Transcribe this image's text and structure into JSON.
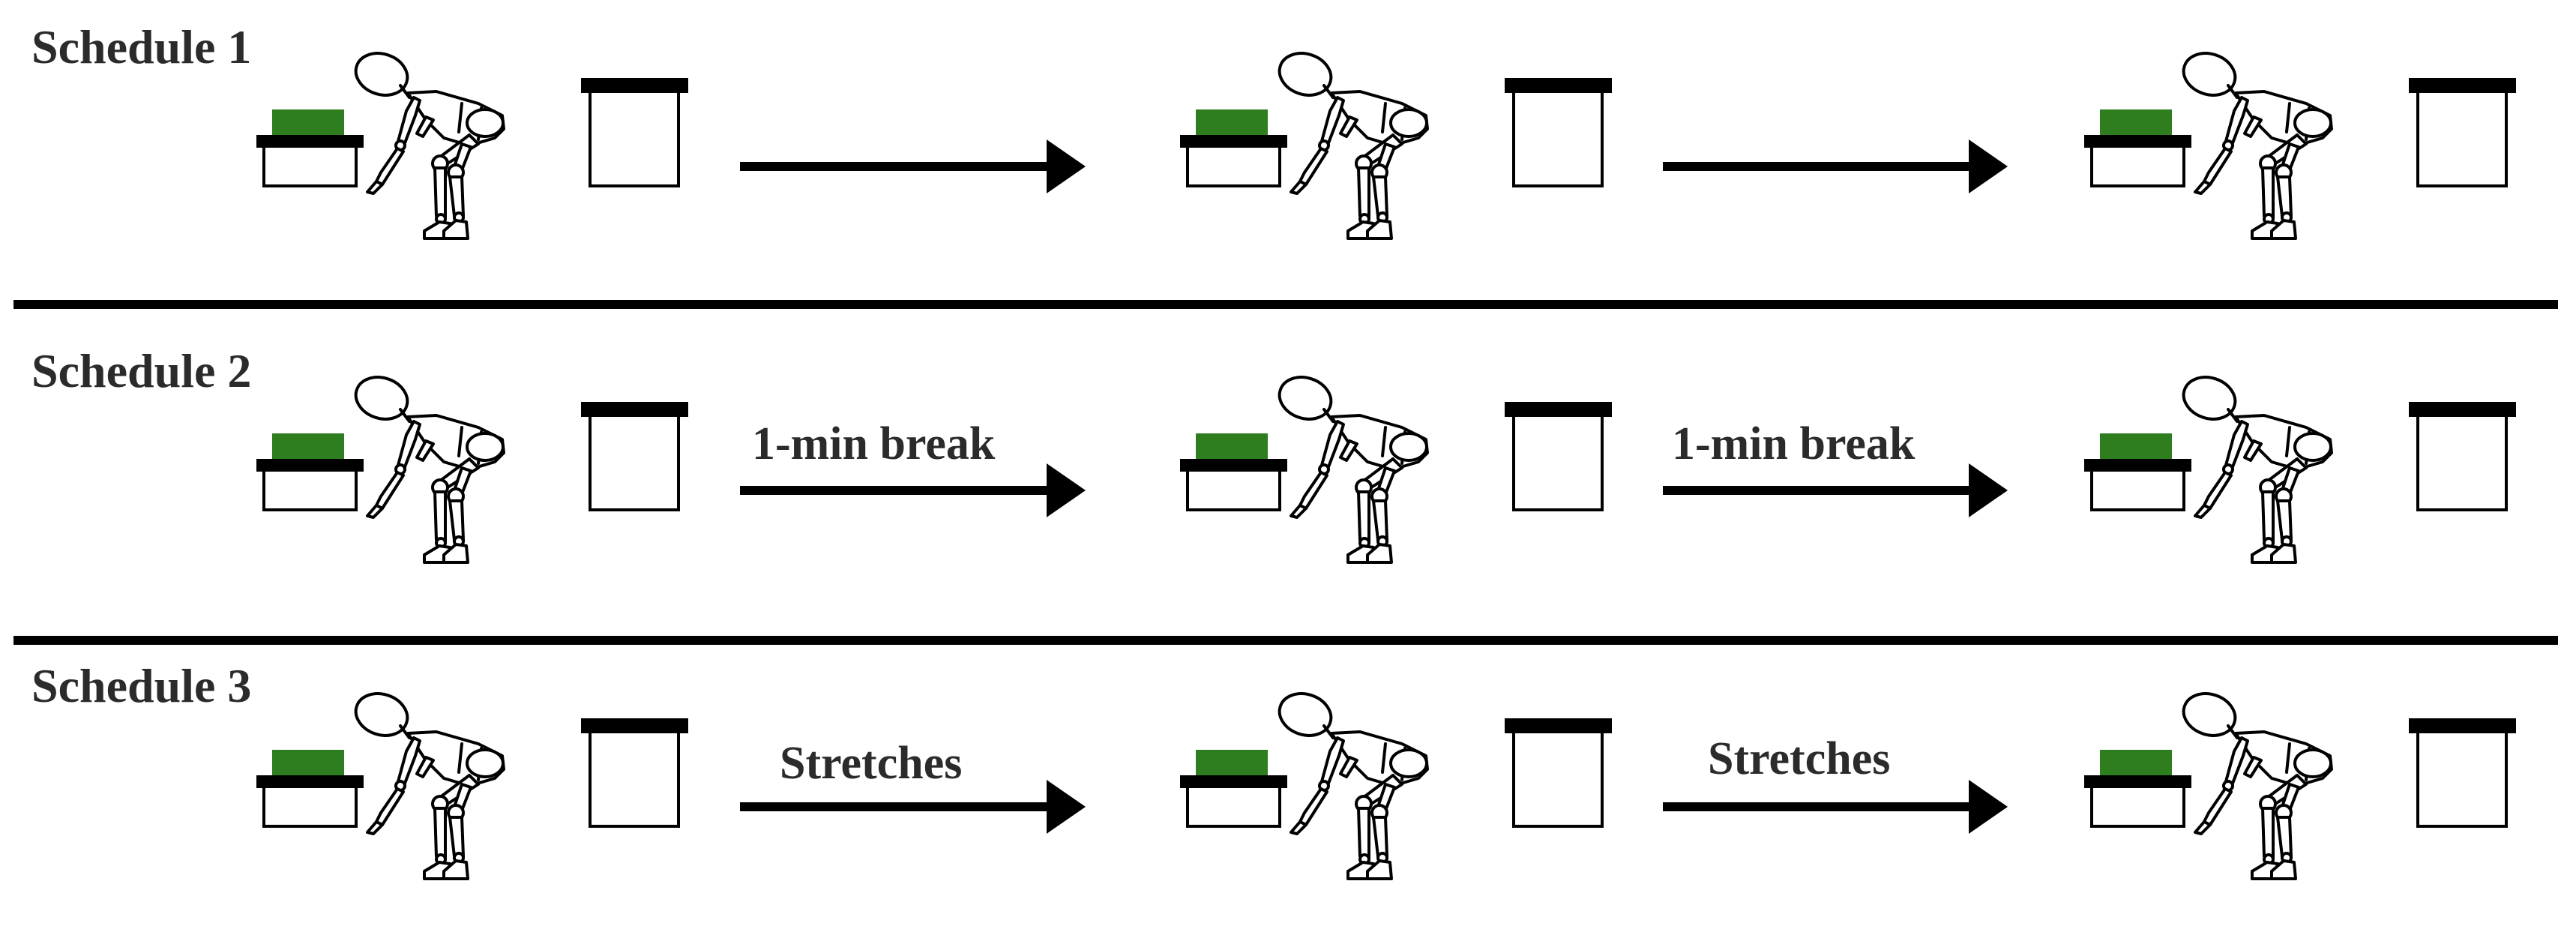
{
  "colors": {
    "box": "#2e7d1e",
    "ink": "#000000",
    "text": "#2b2b2b"
  },
  "schedules": [
    {
      "title": "Schedule 1",
      "arrow_label": ""
    },
    {
      "title": "Schedule 2",
      "arrow_label": "1-min break"
    },
    {
      "title": "Schedule 3",
      "arrow_label": "Stretches"
    }
  ]
}
